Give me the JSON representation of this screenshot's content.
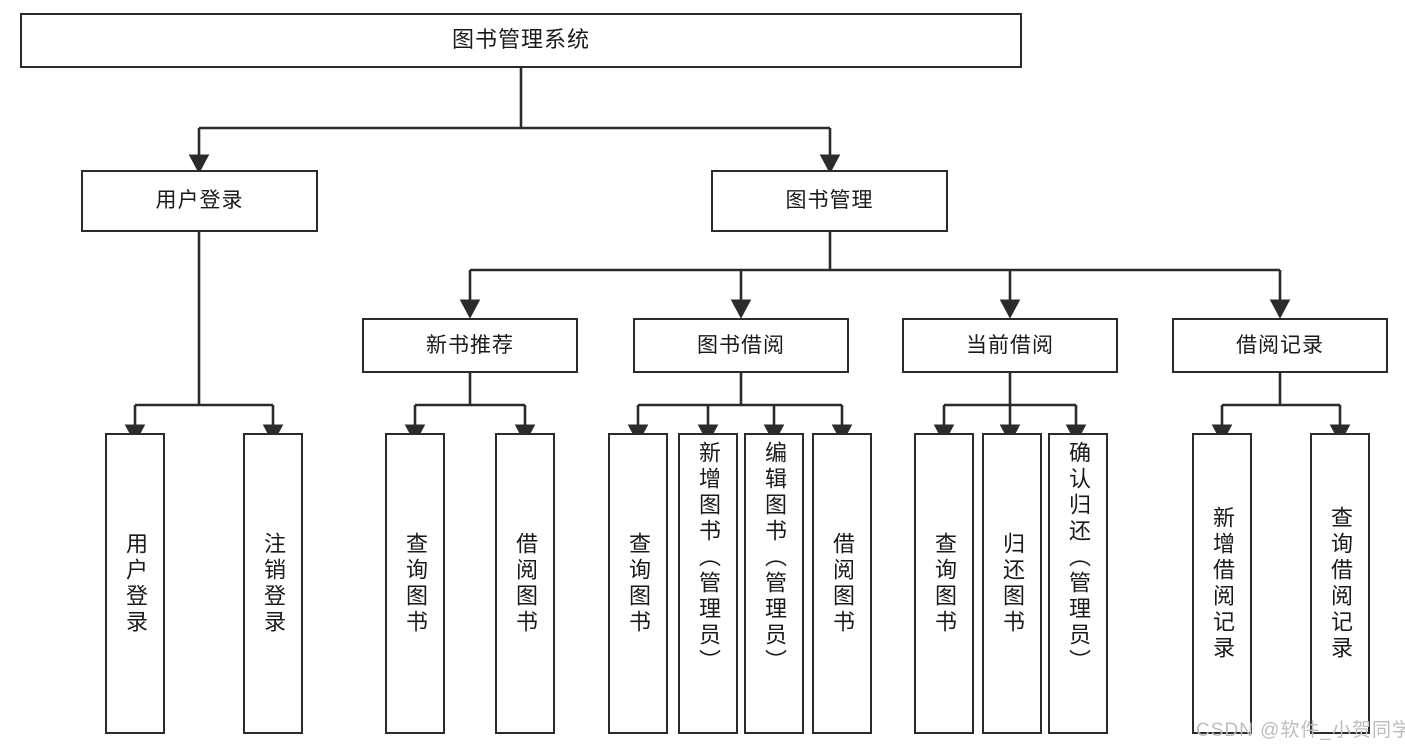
{
  "diagram": {
    "title": "图书管理系统",
    "type": "tree-hierarchy-chart",
    "stroke_color": "#2b2b2b",
    "background_color": "#ffffff",
    "text_color": "#1a1a1a"
  },
  "root": {
    "label": "图书管理系统"
  },
  "branches": [
    {
      "label": "用户登录"
    },
    {
      "label": "图书管理"
    }
  ],
  "groups": [
    {
      "label": "新书推荐"
    },
    {
      "label": "图书借阅"
    },
    {
      "label": "当前借阅"
    },
    {
      "label": "借阅记录"
    }
  ],
  "leaves": {
    "user_login": [
      {
        "label": "用户登录"
      },
      {
        "label": "注销登录"
      }
    ],
    "new_book_recommend": [
      {
        "label": "查询图书"
      },
      {
        "label": "借阅图书"
      }
    ],
    "book_borrow": [
      {
        "label": "查询图书"
      },
      {
        "label": "新增图书（管理员）"
      },
      {
        "label": "编辑图书（管理员）"
      },
      {
        "label": "借阅图书"
      }
    ],
    "current_borrow": [
      {
        "label": "查询图书"
      },
      {
        "label": "归还图书"
      },
      {
        "label": "确认归还（管理员）"
      }
    ],
    "borrow_record": [
      {
        "label": "新增借阅记录"
      },
      {
        "label": "查询借阅记录"
      }
    ]
  },
  "watermark": {
    "text": "CSDN @软件_小贺同学"
  }
}
